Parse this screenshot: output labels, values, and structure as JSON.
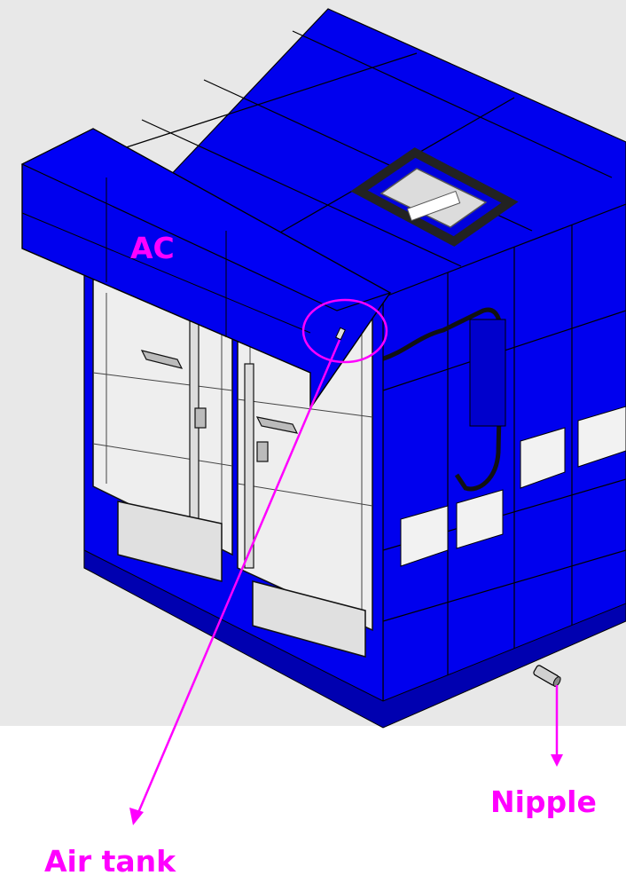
{
  "labels": {
    "ac": "AC",
    "air_tank": "Air tank",
    "nipple": "Nipple"
  },
  "colors": {
    "background_panel": "#e8e8e8",
    "body_blue": "#0000ee",
    "body_blue_dark": "#0000b0",
    "panel_white": "#eeeeee",
    "line_dark": "#1a1a1a",
    "annotation_magenta": "#ff00ff"
  },
  "icons": {
    "enclosure": "blue-shelter-unit-illustration",
    "nipple": "nipple-fitting-icon"
  }
}
